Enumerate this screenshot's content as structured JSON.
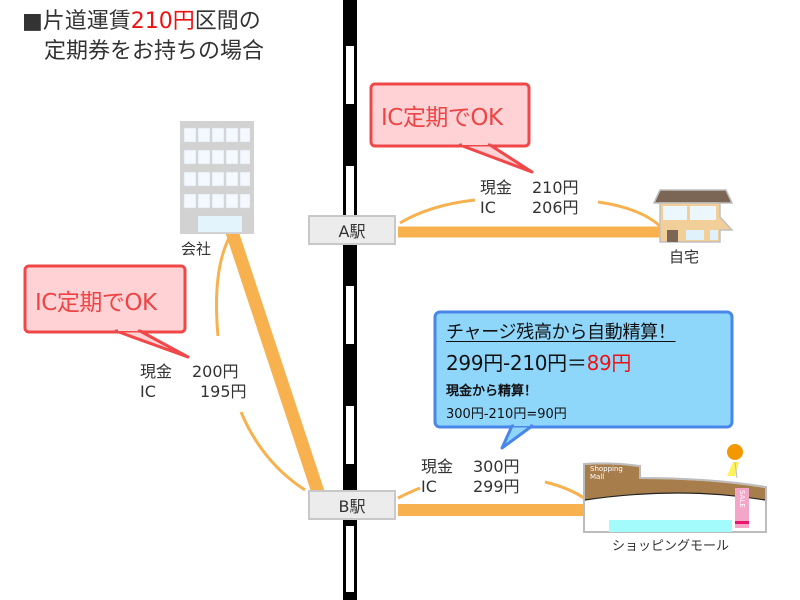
{
  "title": {
    "line1_prefix": "■片道運賃",
    "line1_highlight": "210円",
    "line1_suffix": "区間の",
    "line2": "定期券をお持ちの場合"
  },
  "stations": {
    "a": "A駅",
    "b": "B駅"
  },
  "places": {
    "company": "会社",
    "home": "自宅",
    "mall": "ショッピングモール",
    "mall_sign_line1": "Shopping",
    "mall_sign_line2": "Mall",
    "sale_sign": "SALE"
  },
  "fares": {
    "home_route": {
      "cash_label": "現金",
      "cash": "210円",
      "ic_label": "IC",
      "ic": "206円"
    },
    "company_route": {
      "cash_label": "現金",
      "cash": "200円",
      "ic_label": "IC",
      "ic": "195円"
    },
    "mall_route": {
      "cash_label": "現金",
      "cash": "300円",
      "ic_label": "IC",
      "ic": "299円"
    }
  },
  "callouts": {
    "home_ok": "IC定期でOK",
    "company_ok": "IC定期でOK",
    "mall": {
      "heading": "チャージ残高から自動精算！",
      "ic_calc_prefix": "299円-210円＝",
      "ic_calc_result": "89円",
      "cash_heading": "現金から精算！",
      "cash_calc": "300円-210円=90円"
    }
  },
  "colors": {
    "route_orange": "#f7b14f",
    "callout_red_border": "#f04848",
    "callout_red_fill": "#ffd2d6",
    "callout_blue_border": "#4a86e8",
    "callout_blue_fill": "#8fd6fb",
    "highlight_red": "#ee1111"
  }
}
